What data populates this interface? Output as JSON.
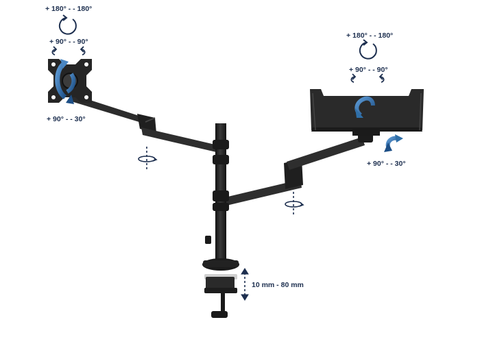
{
  "labels": {
    "monitor_rotation": "+ 180° - - 180°",
    "monitor_swivel": "+ 90° - - 90°",
    "monitor_tilt": "+ 90° - - 30°",
    "laptop_rotation": "+ 180° - - 180°",
    "laptop_swivel": "+ 90° - - 90°",
    "laptop_tilt": "+ 90° - - 30°",
    "desk_thickness": "10 mm - 80 mm"
  },
  "colors": {
    "arrow_navy": "#1d2f4f",
    "arrow_blue": "#2f6fa8",
    "metal_dark": "#2b2b2b",
    "background": "#ffffff"
  }
}
